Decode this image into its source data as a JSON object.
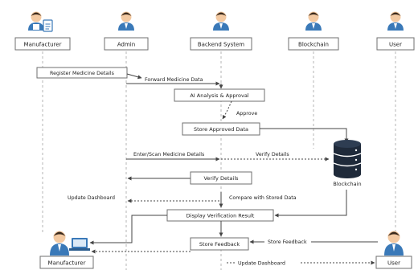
{
  "actors": {
    "manufacturer": "Manufacturer",
    "admin": "Admin",
    "backend": "Backend System",
    "blockchain": "Blockchain",
    "user": "User"
  },
  "messages": {
    "register": "Register Medicine Details",
    "forward": "Forward Medicine Data",
    "ai_analysis": "AI Analysis & Approval",
    "approve": "Approve",
    "store_approved": "Store Approved Data",
    "enter_scan": "Enter/Scan Medicine Details",
    "verify_details_arrow": "Verify Details",
    "verify_details_box": "Verify Details",
    "blockchain_db": "Blockchain",
    "update_dashboard_admin": "Update Dashboard",
    "compare": "Compare with Stored Data",
    "display_result": "Display Verification Result",
    "store_feedback_box": "Store Feedback",
    "store_feedback_arrow": "Store Feedback",
    "update_dashboard_user": "Update Dashboard"
  },
  "colors": {
    "accent": "#3a79b8",
    "line": "#555555",
    "box_border": "#6f6f6f",
    "db": "#1f2a3a",
    "skin": "#f3c9a1",
    "hair": "#3a2a1c"
  }
}
